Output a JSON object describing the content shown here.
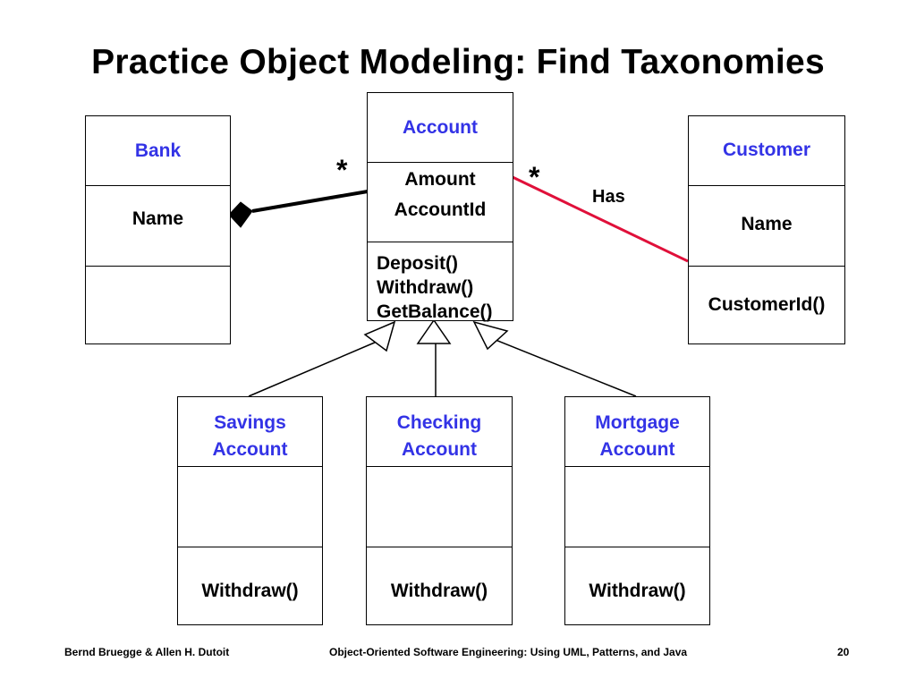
{
  "title": "Practice Object Modeling: Find Taxonomies",
  "classes": {
    "bank": {
      "name": "Bank",
      "attributes": [
        "Name"
      ],
      "operations": []
    },
    "account": {
      "name": "Account",
      "attributes": [
        "Amount",
        "AccountId"
      ],
      "operations": [
        "Deposit()",
        "Withdraw()",
        "GetBalance()"
      ]
    },
    "customer": {
      "name": "Customer",
      "attributes": [
        "Name"
      ],
      "operations": [
        "CustomerId()"
      ]
    },
    "savings": {
      "name_line1": "Savings",
      "name_line2": "Account",
      "operations": [
        "Withdraw()"
      ]
    },
    "checking": {
      "name_line1": "Checking",
      "name_line2": "Account",
      "operations": [
        "Withdraw()"
      ]
    },
    "mortgage": {
      "name_line1": "Mortgage",
      "name_line2": "Account",
      "operations": [
        "Withdraw()"
      ]
    }
  },
  "associations": {
    "bank_account": {
      "multiplicity": "*",
      "kind": "aggregation"
    },
    "account_customer": {
      "multiplicity": "*",
      "label": "Has",
      "color": "#e0103a"
    }
  },
  "colors": {
    "class_name": "#3333e6",
    "has_link": "#e0103a"
  },
  "footer": {
    "left": "Bernd Bruegge & Allen H. Dutoit",
    "center": "Object-Oriented Software Engineering: Using UML, Patterns, and Java",
    "page": "20"
  }
}
